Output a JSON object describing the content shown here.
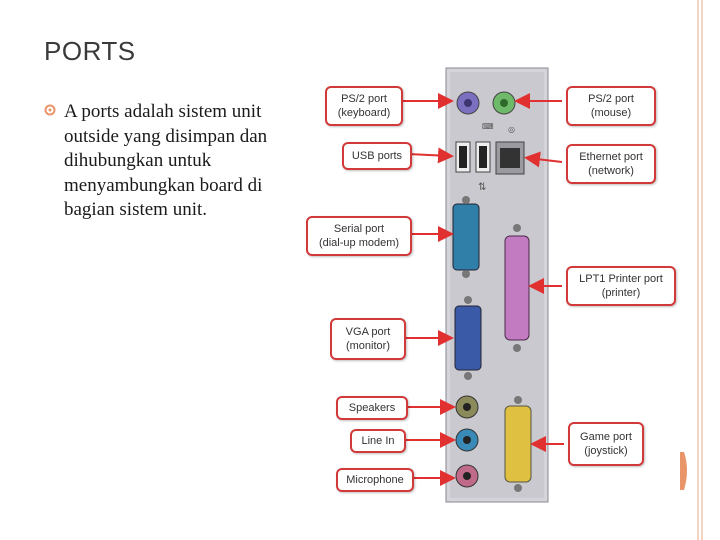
{
  "slide": {
    "title": "PORTS",
    "bullet_text": "A ports adalah sistem unit outside yang disimpan dan dihubungkan untuk menyambungkan board di bagian sistem unit."
  },
  "figure": {
    "callouts": {
      "ps2_keyboard": [
        "PS/2 port",
        "(keyboard)"
      ],
      "ps2_mouse": [
        "PS/2 port",
        "(mouse)"
      ],
      "usb": [
        "USB ports"
      ],
      "ethernet": [
        "Ethernet port",
        "(network)"
      ],
      "serial": [
        "Serial port",
        "(dial-up modem)"
      ],
      "lpt1": [
        "LPT1 Printer port",
        "(printer)"
      ],
      "vga": [
        "VGA port",
        "(monitor)"
      ],
      "speakers": [
        "Speakers"
      ],
      "line_in": [
        "Line In"
      ],
      "microphone": [
        "Microphone"
      ],
      "game": [
        "Game port",
        "(joystick)"
      ]
    }
  },
  "colors": {
    "accent": "#e8956a",
    "callout_border": "#d23a3a",
    "arrow": "#e03030",
    "panel": "#c9c9cf",
    "ps2_keyboard": "#7b6fc0",
    "ps2_mouse": "#6fba6a",
    "serial": "#2f7fa8",
    "lpt1": "#c27ac0",
    "vga": "#3a5aa8",
    "game": "#e0c040",
    "speaker_jack": "#8a8a5a",
    "linein_jack": "#3a8ab8",
    "mic_jack": "#c06a8a"
  }
}
